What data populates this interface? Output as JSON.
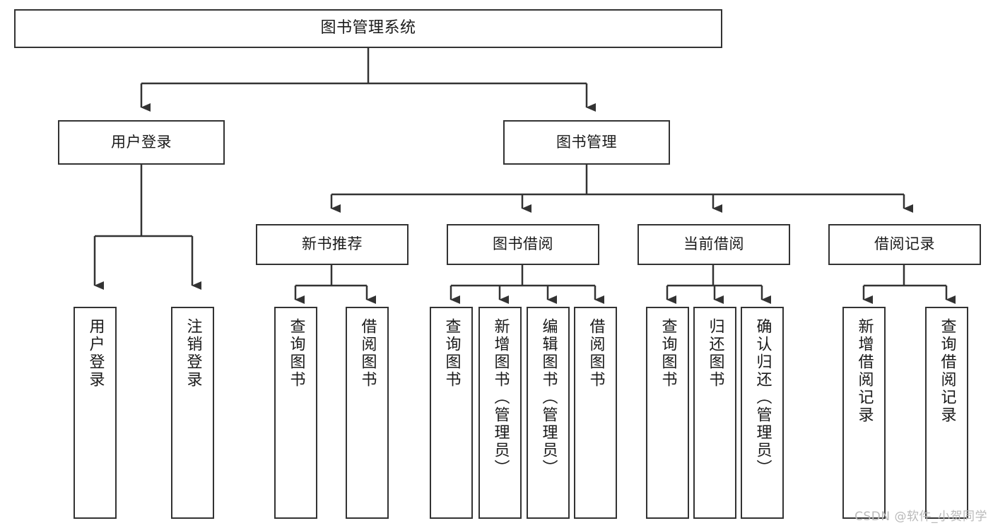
{
  "diagram": {
    "title": "图书管理系统",
    "watermark": "CSDN @软件_小贺同学",
    "line_color": "#333333",
    "box_fill": "#ffffff",
    "text_color": "#1a1a1a",
    "watermark_color": "#b9b9b9"
  },
  "nodes": {
    "root": {
      "label": "图书管理系统"
    },
    "level2": [
      {
        "label": "用户登录"
      },
      {
        "label": "图书管理"
      }
    ],
    "level3": [
      {
        "label": "新书推荐"
      },
      {
        "label": "图书借阅"
      },
      {
        "label": "当前借阅"
      },
      {
        "label": "借阅记录"
      }
    ],
    "leaves_user_login": [
      {
        "label": "用户登录"
      },
      {
        "label": "注销登录"
      }
    ],
    "leaves_new_books": [
      {
        "label": "查询图书"
      },
      {
        "label": "借阅图书"
      }
    ],
    "leaves_borrow": [
      {
        "label": "查询图书"
      },
      {
        "label": "新增图书（管理员）"
      },
      {
        "label": "编辑图书（管理员）"
      },
      {
        "label": "借阅图书"
      }
    ],
    "leaves_current": [
      {
        "label": "查询图书"
      },
      {
        "label": "归还图书"
      },
      {
        "label": "确认归还（管理员）"
      }
    ],
    "leaves_records": [
      {
        "label": "新增借阅记录"
      },
      {
        "label": "查询借阅记录"
      }
    ]
  }
}
